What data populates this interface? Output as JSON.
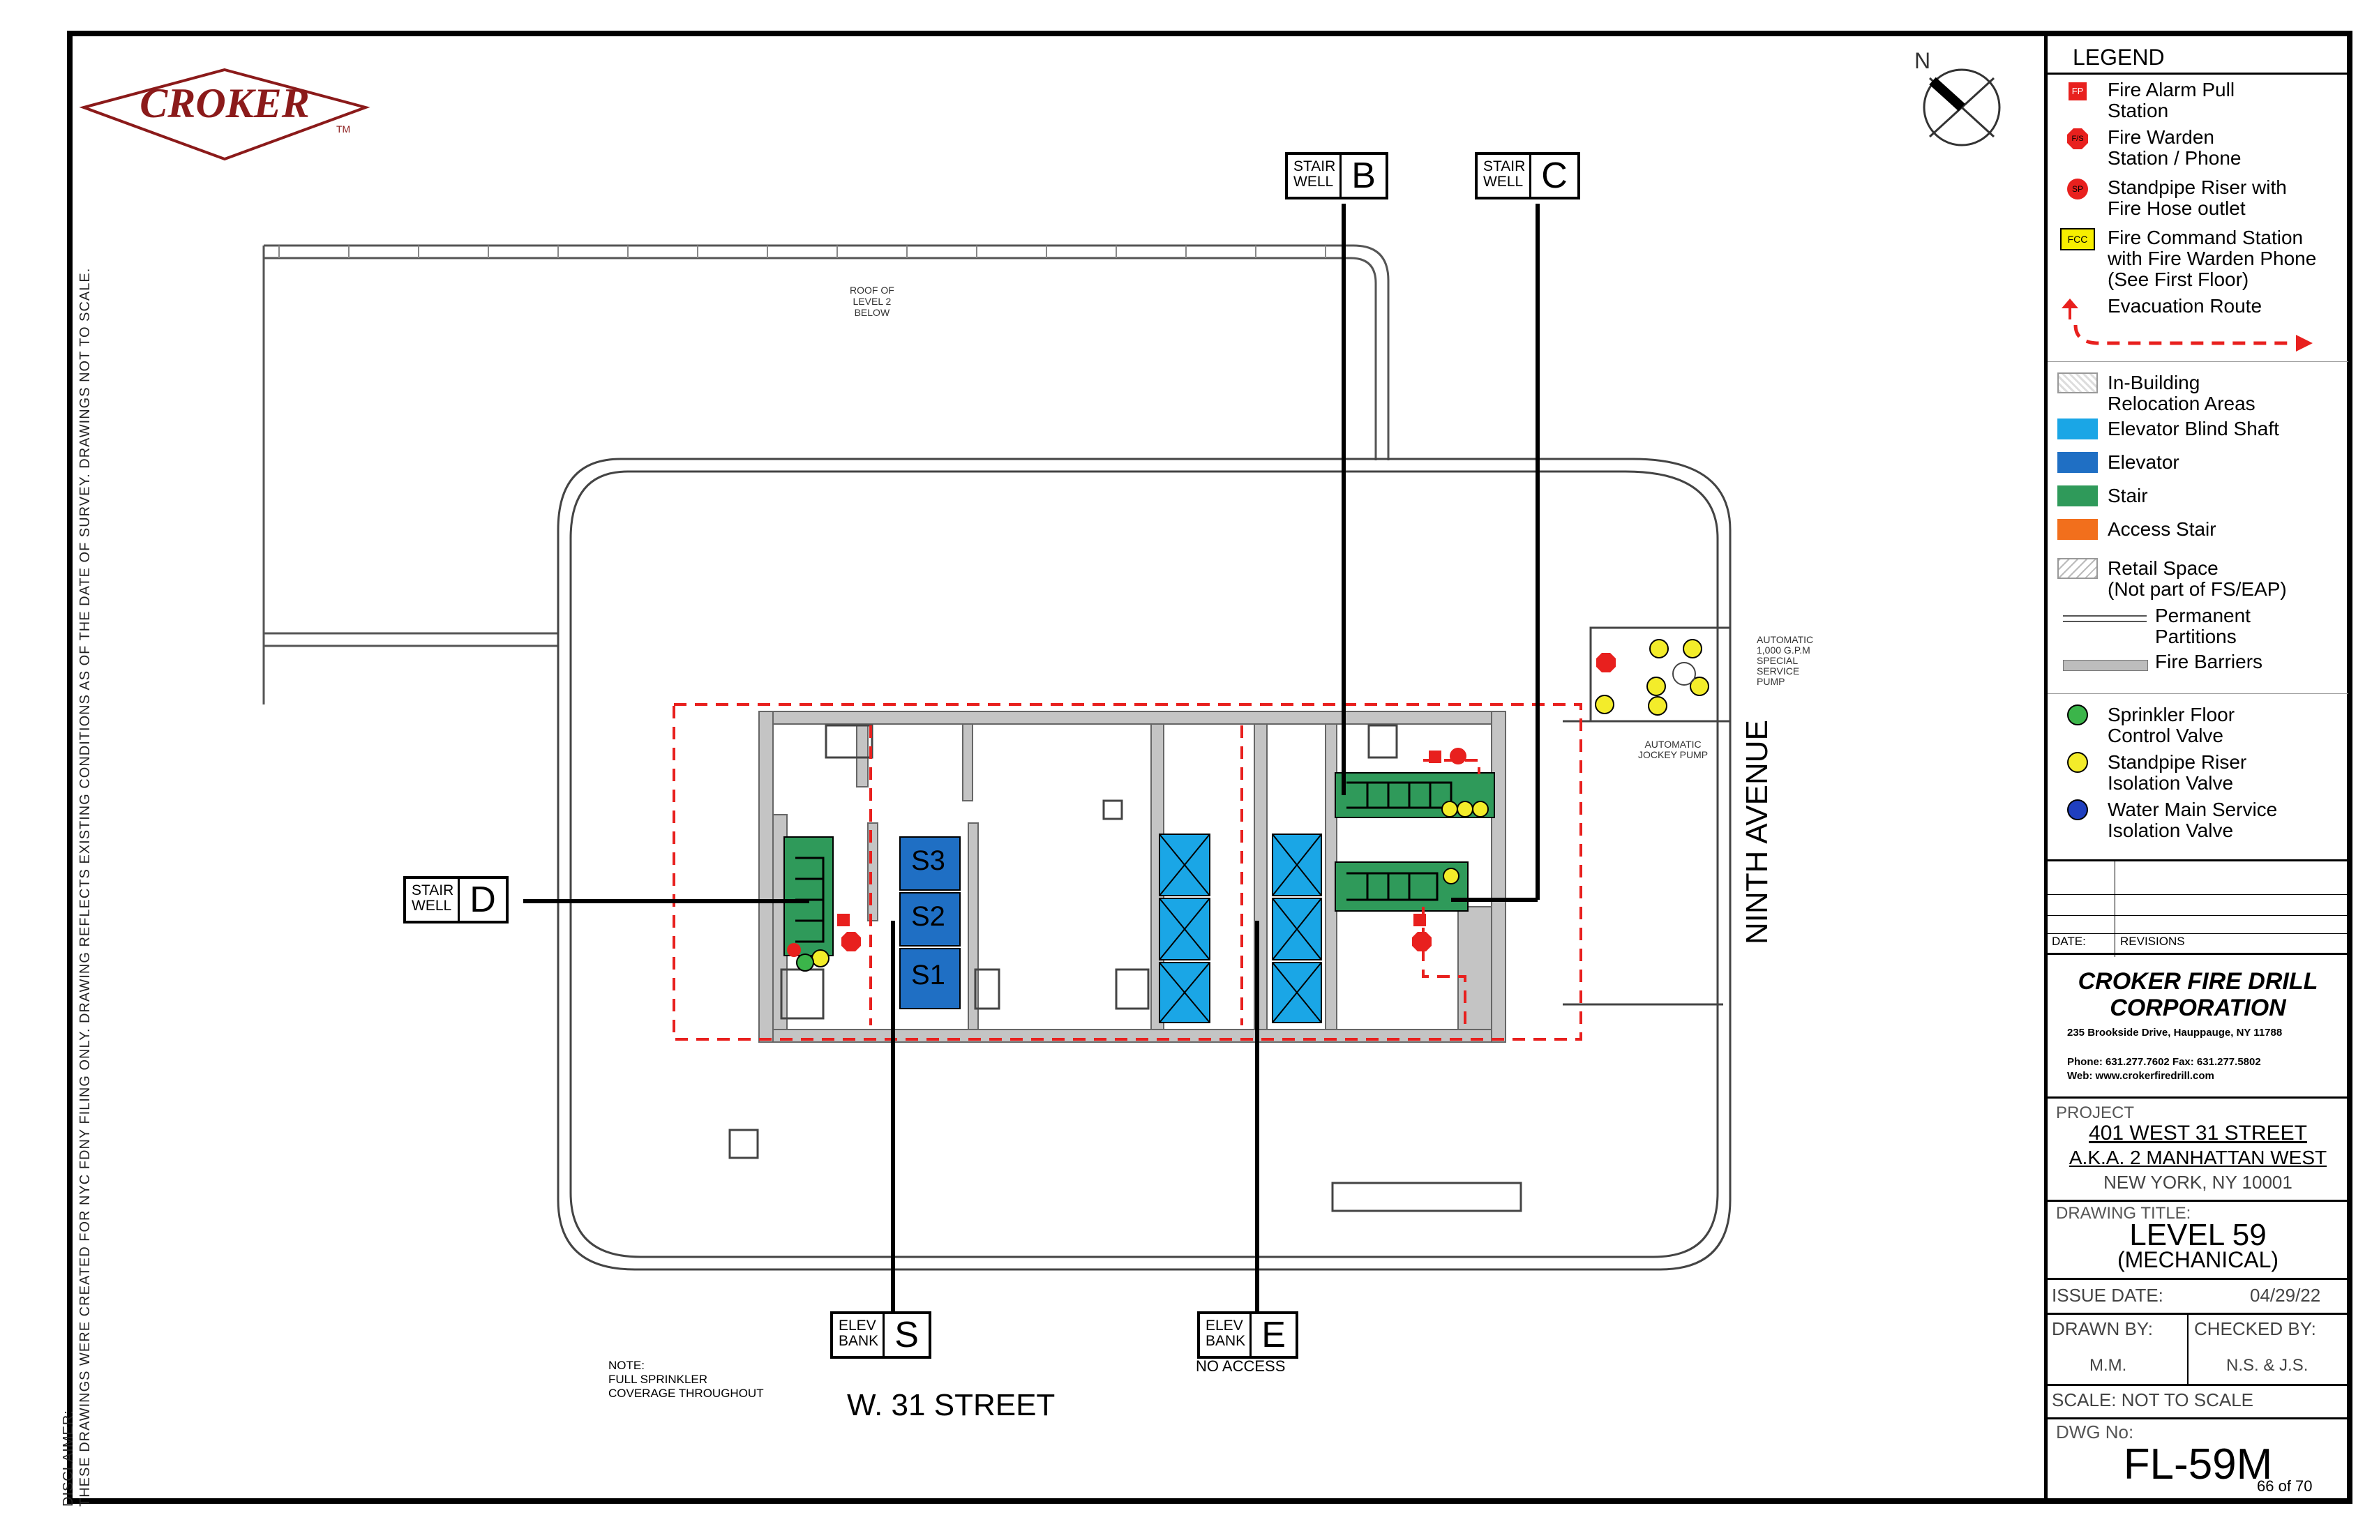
{
  "logo": {
    "text": "CROKER",
    "tm": "TM"
  },
  "disclaimer": {
    "line1": "DISCLAIMER:",
    "line2": "THESE DRAWINGS WERE CREATED FOR NYC FDNY FILING ONLY. DRAWING REFLECTS EXISTING CONDITIONS AS OF THE DATE OF SURVEY. DRAWINGS NOT TO SCALE."
  },
  "compass": {
    "label": "N"
  },
  "plan": {
    "roof_note": "ROOF OF\nLEVEL 2\nBELOW",
    "pump_note": "AUTOMATIC\n1,000 G.P.M\nSPECIAL\nSERVICE\nPUMP",
    "jockey_note": "AUTOMATIC\nJOCKEY PUMP",
    "street_south": "W. 31 STREET",
    "street_east": "NINTH AVENUE",
    "sprinkler_note": "NOTE:\nFULL SPRINKLER\nCOVERAGE THROUGHOUT",
    "no_access": "NO ACCESS",
    "elevators_s": [
      "S3",
      "S2",
      "S1"
    ]
  },
  "tags": {
    "stair_b": {
      "small": "STAIR\nWELL",
      "big": "B"
    },
    "stair_c": {
      "small": "STAIR\nWELL",
      "big": "C"
    },
    "stair_d": {
      "small": "STAIR\nWELL",
      "big": "D"
    },
    "elev_s": {
      "small": "ELEV\nBANK",
      "big": "S"
    },
    "elev_e": {
      "small": "ELEV\nBANK",
      "big": "E"
    }
  },
  "legend": {
    "title": "LEGEND",
    "items": [
      {
        "label": "Fire Alarm Pull\nStation",
        "icon": "fire-alarm-pull-station-icon",
        "icon_text": "FP"
      },
      {
        "label": "Fire Warden\nStation / Phone",
        "icon": "fire-warden-phone-icon",
        "icon_text": "F/S"
      },
      {
        "label": "Standpipe Riser with\nFire Hose outlet",
        "icon": "standpipe-riser-icon",
        "icon_text": "SP"
      },
      {
        "label": "Fire Command Station\nwith Fire Warden Phone\n(See First Floor)",
        "icon": "fire-command-station-icon",
        "icon_text": "FCC"
      },
      {
        "label": "Evacuation  Route",
        "icon": "evacuation-route-icon"
      },
      {
        "label": "In-Building\nRelocation Areas",
        "icon": "relocation-area-swatch"
      },
      {
        "label": "Elevator Blind Shaft",
        "icon": "blind-shaft-swatch"
      },
      {
        "label": "Elevator",
        "icon": "elevator-swatch"
      },
      {
        "label": "Stair",
        "icon": "stair-swatch"
      },
      {
        "label": "Access Stair",
        "icon": "access-stair-swatch"
      },
      {
        "label": "Retail Space\n(Not part of FS/EAP)",
        "icon": "retail-space-swatch"
      },
      {
        "label": "Permanent\nPartitions",
        "icon": "permanent-partition-icon"
      },
      {
        "label": "Fire Barriers",
        "icon": "fire-barrier-icon"
      },
      {
        "label": "Sprinkler Floor\nControl Valve",
        "icon": "sprinkler-valve-icon"
      },
      {
        "label": "Standpipe Riser\nIsolation Valve",
        "icon": "standpipe-isolation-valve-icon"
      },
      {
        "label": "Water Main Service\nIsolation Valve",
        "icon": "water-main-valve-icon"
      }
    ]
  },
  "colors": {
    "elevator": "#1f6fc4",
    "blind_shaft": "#1aa6e6",
    "stair": "#2f9a5a",
    "access_stair": "#f26f1c",
    "route": "#e8201e",
    "barrier": "#bdbdbd"
  },
  "title_block": {
    "revisions_date": "DATE:",
    "revisions": "REVISIONS",
    "company": "CROKER FIRE DRILL\nCORPORATION",
    "address": "235 Brookside Drive, Hauppauge, NY 11788",
    "phone": "Phone: 631.277.7602  Fax: 631.277.5802",
    "web": "Web: www.crokerfiredrill.com",
    "project_label": "PROJECT",
    "project_line1": "401 WEST 31 STREET",
    "project_line2": "A.K.A. 2 MANHATTAN WEST",
    "project_line3": "NEW YORK, NY 10001",
    "drawing_title_label": "DRAWING TITLE:",
    "drawing_title": "LEVEL 59",
    "drawing_subtitle": "(MECHANICAL)",
    "issue_date_label": "ISSUE DATE:",
    "issue_date": "04/29/22",
    "drawn_by_label": "DRAWN BY:",
    "drawn_by": "M.M.",
    "checked_by_label": "CHECKED BY:",
    "checked_by": "N.S. & J.S.",
    "scale": "SCALE: NOT TO SCALE",
    "dwg_label": "DWG No:",
    "dwg_no": "FL-59M",
    "sheet": "66 of 70"
  }
}
